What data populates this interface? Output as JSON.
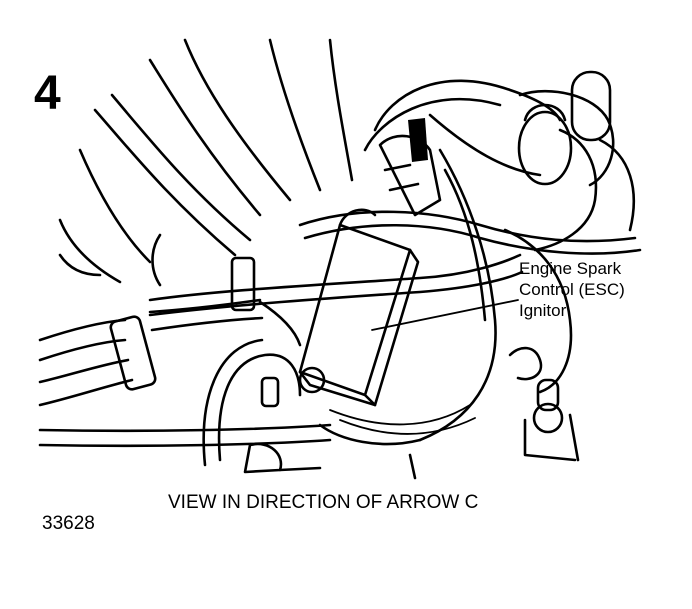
{
  "figure": {
    "step_number": "4",
    "callout_lines": [
      "Engine Spark",
      "Control (ESC)",
      "Ignitor"
    ],
    "caption": "VIEW IN DIRECTION OF ARROW C",
    "figure_id": "33628"
  }
}
